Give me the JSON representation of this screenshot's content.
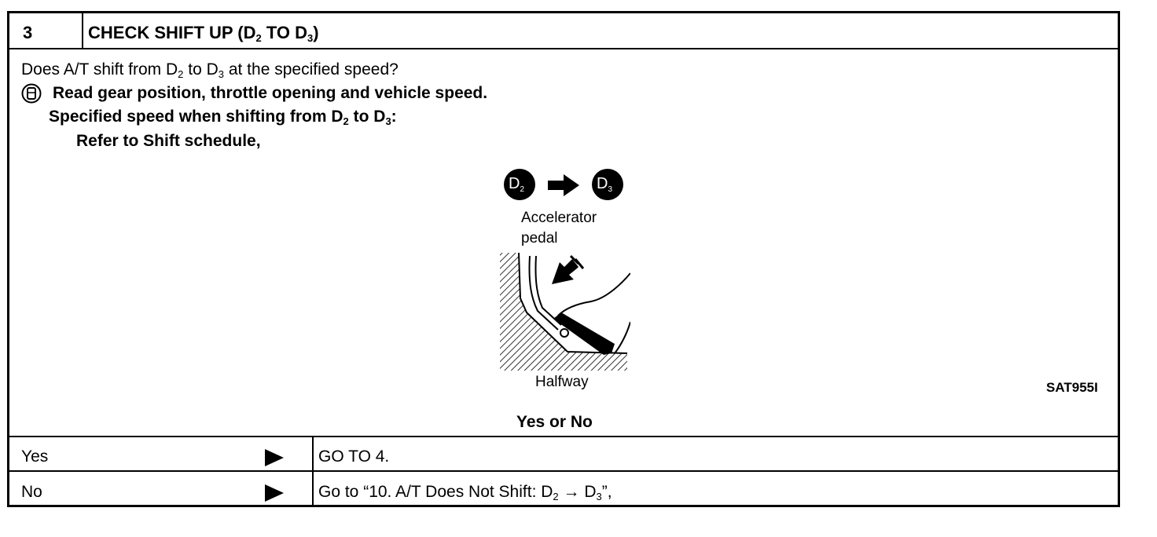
{
  "step": {
    "number": "3",
    "title_prefix": "CHECK SHIFT UP (D",
    "title_sub1": "2",
    "title_mid": " TO D",
    "title_sub2": "3",
    "title_suffix": ")"
  },
  "question": {
    "line1_a": "Does A/T shift from D",
    "line1_sub1": "2",
    "line1_b": " to D",
    "line1_sub2": "3",
    "line1_c": " at the specified speed?",
    "line2": "Read gear position, throttle opening and vehicle speed.",
    "line3_a": "Specified speed when shifting from D",
    "line3_sub1": "2",
    "line3_b": " to D",
    "line3_sub2": "3",
    "line3_c": ":",
    "line4": "Refer to Shift schedule,"
  },
  "figure": {
    "badge_from": "D",
    "badge_from_sub": "2",
    "badge_to": "D",
    "badge_to_sub": "3",
    "label_line1": "Accelerator",
    "label_line2": "pedal",
    "caption": "Halfway",
    "code": "SAT955I"
  },
  "prompt": "Yes or No",
  "answers": [
    {
      "label": "Yes",
      "action": "GO TO 4."
    },
    {
      "label": "No",
      "action_a": "Go to “10. A/T Does Not Shift: D",
      "action_sub1": "2",
      "action_arrow": " → D",
      "action_sub2": "3",
      "action_c": "”,"
    }
  ]
}
